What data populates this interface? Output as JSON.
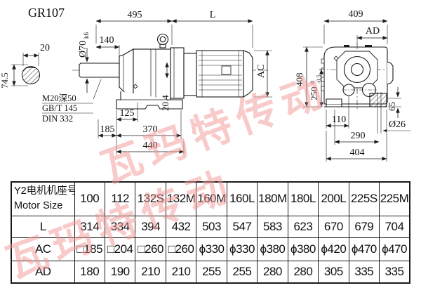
{
  "title": "GR107",
  "watermark": {
    "text": "瓦玛特传动"
  },
  "side_view": {
    "shaft_section": {
      "key_width": "20",
      "section_height": "74.5"
    },
    "notes": {
      "tap": "M20深50",
      "std1": "GB/T 145",
      "std2": "DIN 332"
    },
    "dims": {
      "gear_unit_length": "495",
      "motor_length": "L",
      "shaft_length": "140",
      "shaft_dia": "Ø70",
      "shaft_dia_tol": "k6",
      "key_height": "20.4",
      "foot_front": "125",
      "foot_left": "185",
      "foot_span": "370",
      "base_length": "440",
      "motor_dia": "AC"
    }
  },
  "end_view": {
    "dims": {
      "overall_width": "409",
      "ad": "AD",
      "overall_height": "408",
      "center_height": "250",
      "center_height_tol_upper": "0",
      "center_height_tol_lower": "-0.5",
      "hole_offset": "110",
      "hole_spacing": "290",
      "foot_width": "404",
      "foot_height": "65",
      "hole_dia": "Ø26"
    }
  },
  "table": {
    "header": {
      "line1": "Y2电机机座号",
      "line2": "Motor Size"
    },
    "columns": [
      "100",
      "112",
      "132S",
      "132M",
      "160M",
      "160L",
      "180M",
      "180L",
      "200L",
      "225S",
      "225M"
    ],
    "rows": [
      {
        "label": "L",
        "values": [
          "314",
          "334",
          "394",
          "432",
          "503",
          "547",
          "583",
          "623",
          "670",
          "679",
          "704"
        ]
      },
      {
        "label": "AC",
        "values": [
          "□185",
          "□204",
          "□260",
          "□260",
          "ϕ330",
          "ϕ330",
          "ϕ380",
          "ϕ380",
          "ϕ420",
          "ϕ470",
          "ϕ470"
        ]
      },
      {
        "label": "AD",
        "values": [
          "180",
          "190",
          "210",
          "210",
          "255",
          "255",
          "280",
          "280",
          "305",
          "335",
          "335"
        ]
      }
    ]
  }
}
